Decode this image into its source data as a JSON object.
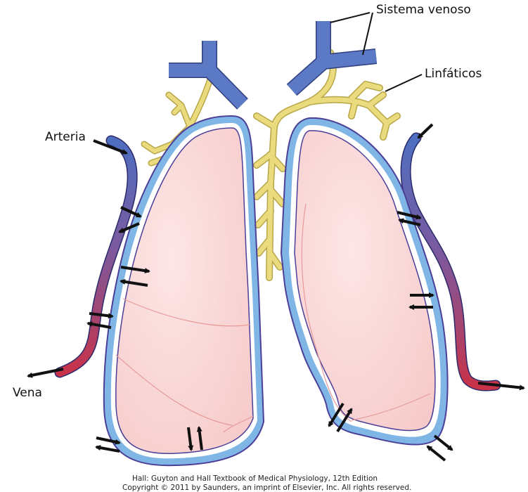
{
  "labels": {
    "sistema_venoso": "Sistema venoso",
    "linfaticos": "Linfáticos",
    "arteria": "Arteria",
    "vena": "Vena"
  },
  "credit": {
    "line1": "Hall: Guyton and Hall Textbook of Medical Physiology, 12th Edition",
    "line2": "Copyright © 2011 by Saunders, an imprint of Elsevier, Inc. All rights reserved."
  },
  "colors": {
    "vein_blue": "#5b79c4",
    "lymph_yellow": "#e6d77a",
    "lung_fill": "#f9d6d6",
    "pleura_blue": "#7fb6e6",
    "pleura_outline": "#5a4ea0",
    "artery_red": "#c8334a"
  }
}
